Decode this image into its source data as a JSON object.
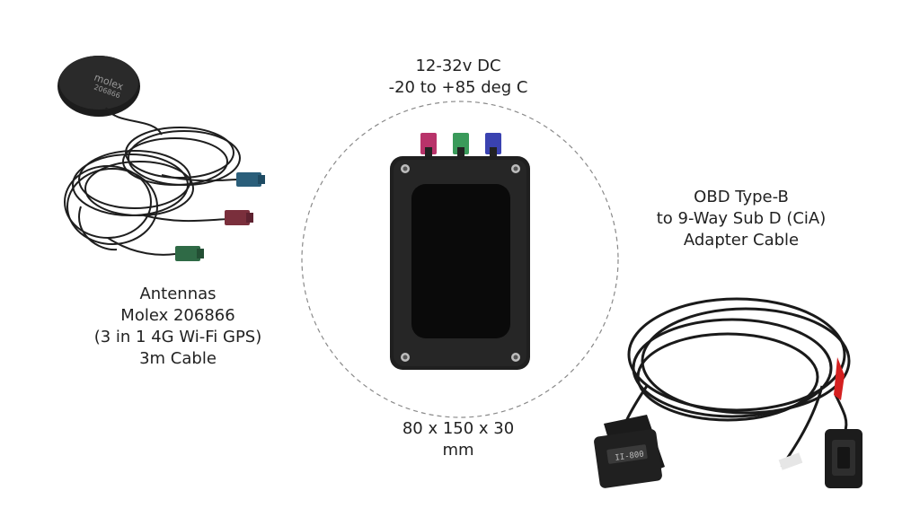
{
  "antennas": {
    "lines": [
      "Antennas",
      "Molex 206866",
      "(3 in 1 4G Wi-Fi GPS)",
      "3m Cable"
    ],
    "puck_text": [
      "molex",
      "206866"
    ],
    "connector_colors": [
      "#2a5e7a",
      "#7a2f3c",
      "#2f6a46"
    ]
  },
  "device": {
    "specs": [
      "12-32v DC",
      "-20 to +85 deg C"
    ],
    "dimensions": [
      "80 x 150 x 30",
      "mm"
    ],
    "connector_colors": [
      "#b8336a",
      "#3a9a5a",
      "#3a42b0"
    ]
  },
  "cable": {
    "lines": [
      "OBD Type-B",
      "to 9-Way Sub D (CiA)",
      "Adapter Cable"
    ],
    "plug_text": "II-800",
    "accent_color": "#d42020"
  }
}
